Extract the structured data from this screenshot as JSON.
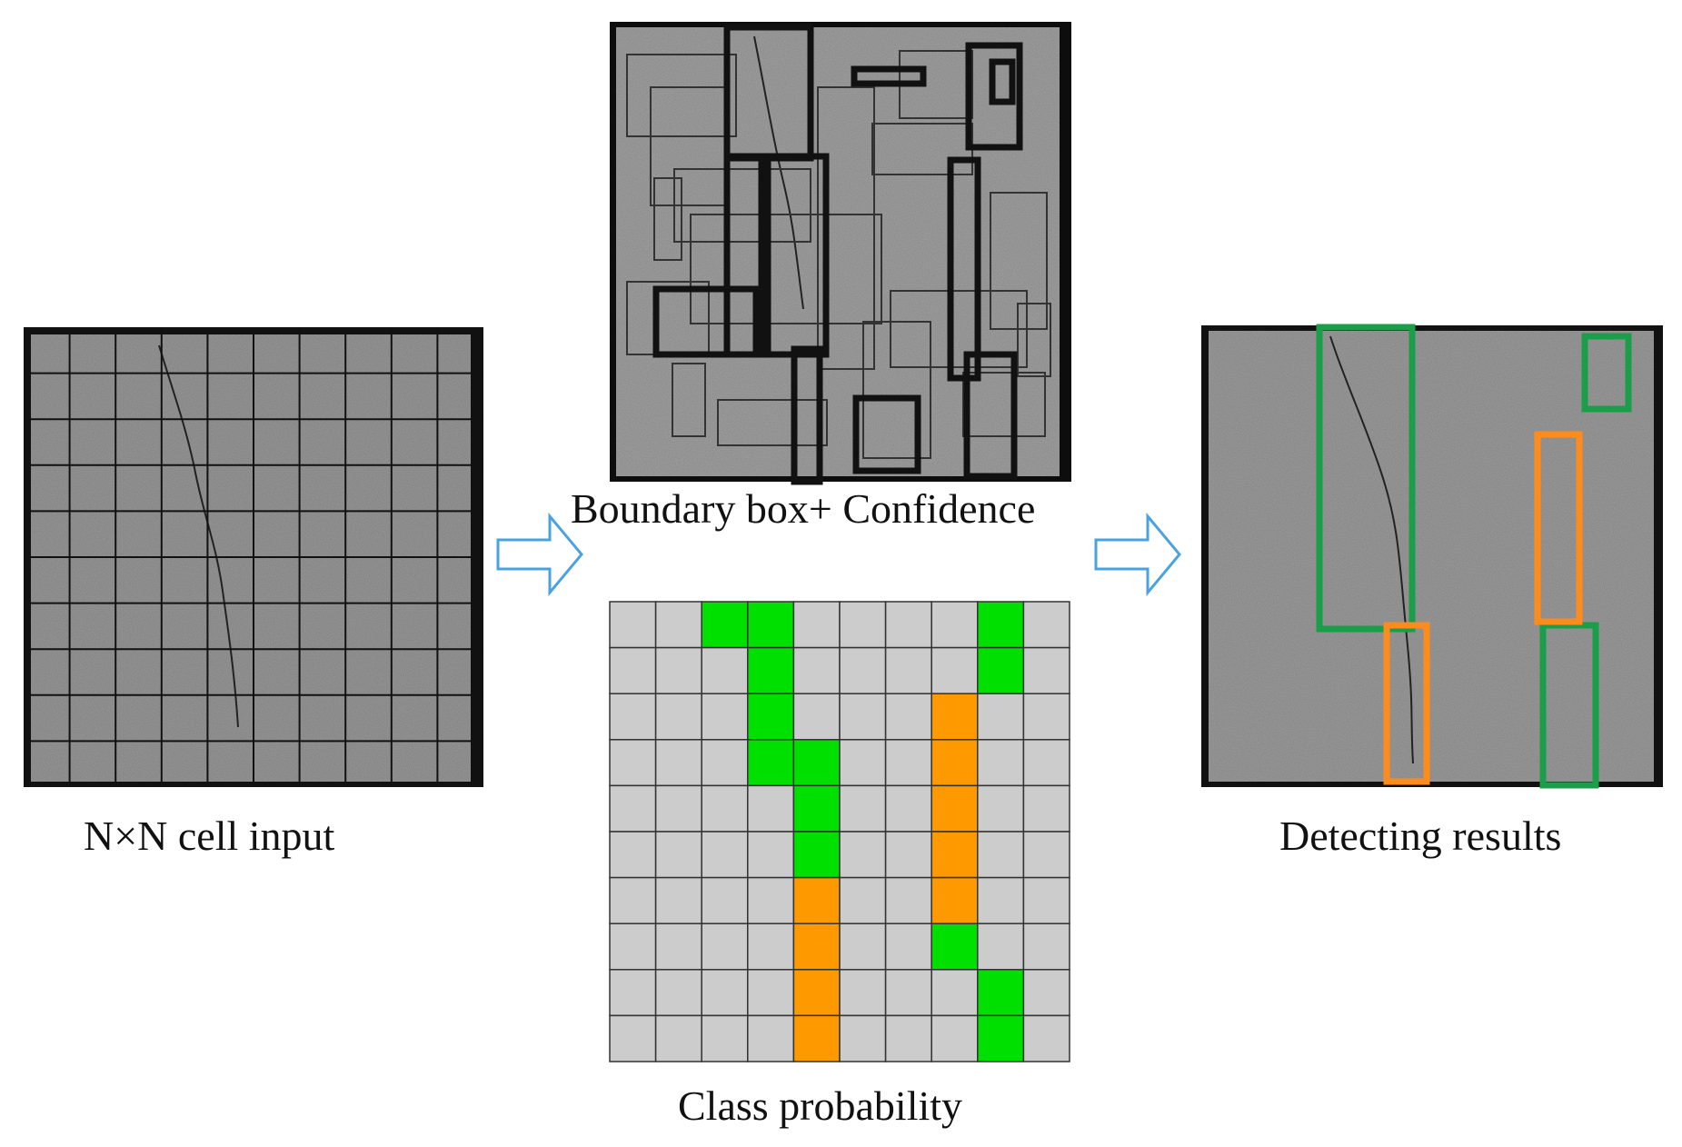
{
  "captions": {
    "input": "N×N cell input",
    "boxes": "Boundary box+ Confidence",
    "class_prob": "Class probability",
    "results": "Detecting results"
  },
  "colors": {
    "green": "#00e000",
    "orange": "#ff9900",
    "cell_gray": "#cccccc",
    "grid_line": "#333333",
    "arrow": "#4aa3e0",
    "box_green": "#1a9e4a",
    "box_orange": "#ff8c1a",
    "box_dark": "#111111"
  },
  "class_grid": {
    "rows": 10,
    "cols": 10,
    "green_cells": [
      [
        0,
        2
      ],
      [
        0,
        3
      ],
      [
        0,
        8
      ],
      [
        1,
        3
      ],
      [
        1,
        8
      ],
      [
        2,
        3
      ],
      [
        3,
        3
      ],
      [
        3,
        4
      ],
      [
        4,
        4
      ],
      [
        5,
        4
      ],
      [
        7,
        7
      ],
      [
        8,
        8
      ],
      [
        9,
        8
      ]
    ],
    "orange_cells": [
      [
        2,
        7
      ],
      [
        3,
        7
      ],
      [
        4,
        7
      ],
      [
        5,
        7
      ],
      [
        6,
        4
      ],
      [
        6,
        7
      ],
      [
        7,
        4
      ],
      [
        8,
        4
      ],
      [
        9,
        4
      ]
    ]
  },
  "input_grid": {
    "rows": 10,
    "cols": 10
  }
}
